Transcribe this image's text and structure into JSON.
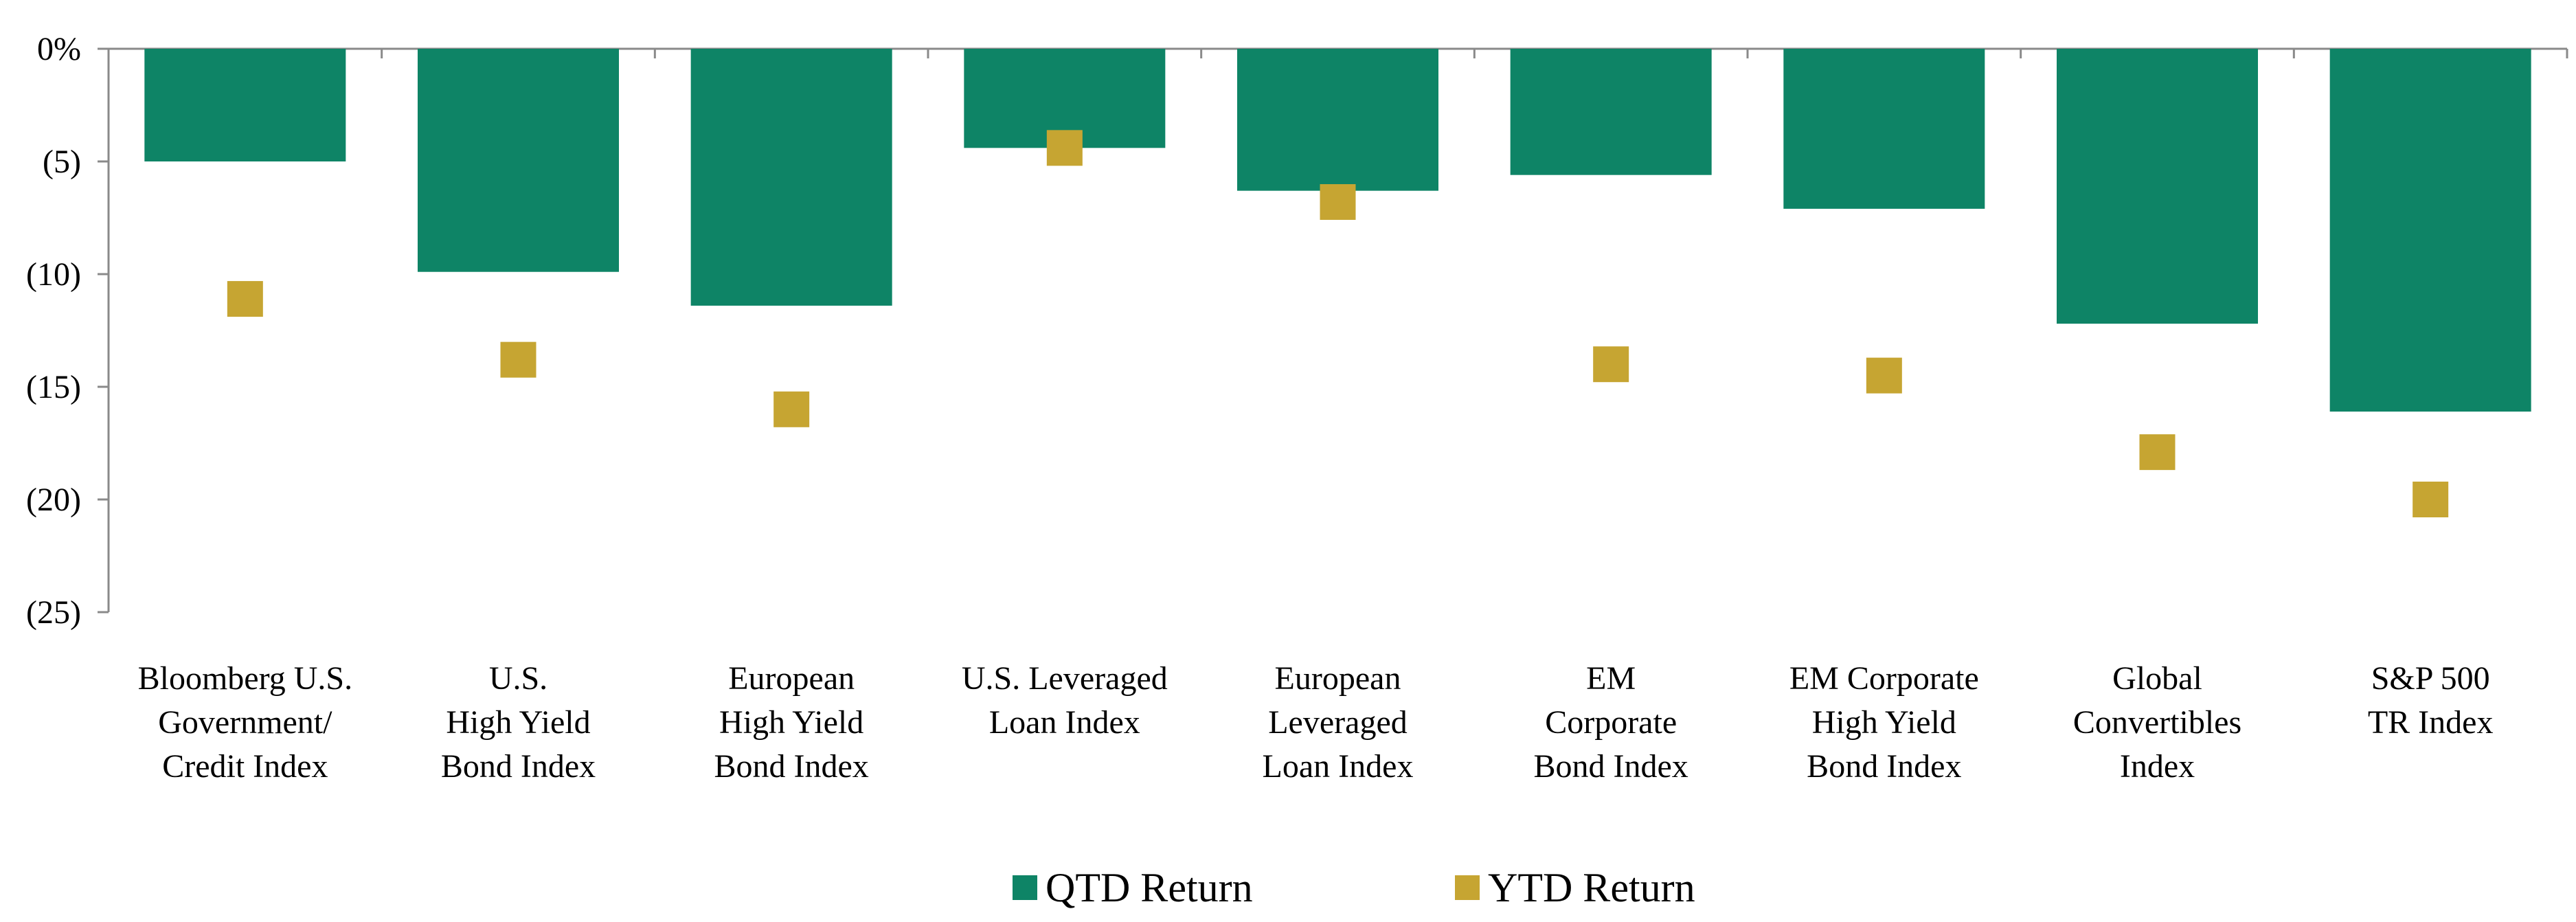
{
  "chart_data": {
    "type": "bar",
    "title": "",
    "xlabel": "",
    "ylabel": "",
    "ylim": [
      -25,
      0
    ],
    "y_ticks": [
      0,
      -5,
      -10,
      -15,
      -20,
      -25
    ],
    "y_tick_labels": [
      "0%",
      "(5)",
      "(10)",
      "(15)",
      "(20)",
      "(25)"
    ],
    "grid": false,
    "legend_position": "bottom",
    "categories": [
      [
        "Bloomberg U.S.",
        "Government/",
        "Credit Index"
      ],
      [
        "U.S.",
        "High Yield",
        "Bond Index"
      ],
      [
        "European",
        "High Yield",
        "Bond Index"
      ],
      [
        "U.S. Leveraged",
        "Loan Index"
      ],
      [
        "European",
        "Leveraged",
        "Loan Index"
      ],
      [
        "EM",
        "Corporate",
        "Bond Index"
      ],
      [
        "EM Corporate",
        "High Yield",
        "Bond Index"
      ],
      [
        "Global",
        "Convertibles",
        "Index"
      ],
      [
        "S&P 500",
        "TR Index"
      ]
    ],
    "series": [
      {
        "name": "QTD Return",
        "kind": "bar",
        "color": "#0E8466",
        "values": [
          -5.0,
          -9.9,
          -11.4,
          -4.4,
          -6.3,
          -5.6,
          -7.1,
          -12.2,
          -16.1
        ]
      },
      {
        "name": "YTD Return",
        "kind": "marker",
        "color": "#C6A532",
        "values": [
          -11.1,
          -13.8,
          -16.0,
          -4.4,
          -6.8,
          -14.0,
          -14.5,
          -17.9,
          -20.0
        ]
      }
    ]
  }
}
